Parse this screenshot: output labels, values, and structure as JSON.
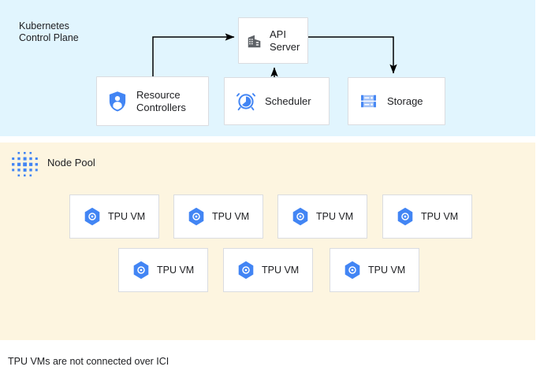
{
  "colors": {
    "control_plane_bg": "#E1F5FE",
    "node_pool_bg": "#FDF5E0",
    "box_bg": "#FFFFFF",
    "box_border": "#DADCE0",
    "text": "#202124",
    "icon_blue": "#4285F4",
    "icon_blue_light": "#A3C2F7",
    "icon_gray": "#5F6368",
    "arrow": "#000000"
  },
  "control_plane": {
    "title": "Kubernetes\nControl Plane",
    "nodes": [
      {
        "id": "api-server",
        "label": "API\nServer",
        "icon": "building-icon"
      },
      {
        "id": "resource-controllers",
        "label": "Resource\nControllers",
        "icon": "shield-user-icon"
      },
      {
        "id": "scheduler",
        "label": "Scheduler",
        "icon": "alarm-clock-icon"
      },
      {
        "id": "storage",
        "label": "Storage",
        "icon": "server-rack-icon"
      }
    ],
    "arrows": [
      {
        "id": "resource-controllers-to-api-server",
        "from": "resource-controllers",
        "to": "api-server"
      },
      {
        "id": "api-server-to-storage",
        "from": "api-server",
        "to": "storage"
      },
      {
        "id": "scheduler-to-api-server",
        "from": "scheduler",
        "to": "api-server"
      }
    ]
  },
  "node_pool": {
    "title": "Node Pool",
    "icon": "dot-grid-icon",
    "rows": [
      {
        "vms": [
          {
            "label": "TPU VM",
            "icon": "tpu-hex-icon"
          },
          {
            "label": "TPU VM",
            "icon": "tpu-hex-icon"
          },
          {
            "label": "TPU VM",
            "icon": "tpu-hex-icon"
          },
          {
            "label": "TPU VM",
            "icon": "tpu-hex-icon"
          }
        ]
      },
      {
        "vms": [
          {
            "label": "TPU VM",
            "icon": "tpu-hex-icon"
          },
          {
            "label": "TPU VM",
            "icon": "tpu-hex-icon"
          },
          {
            "label": "TPU VM",
            "icon": "tpu-hex-icon"
          }
        ]
      }
    ]
  },
  "caption": "TPU VMs are not connected over ICI"
}
